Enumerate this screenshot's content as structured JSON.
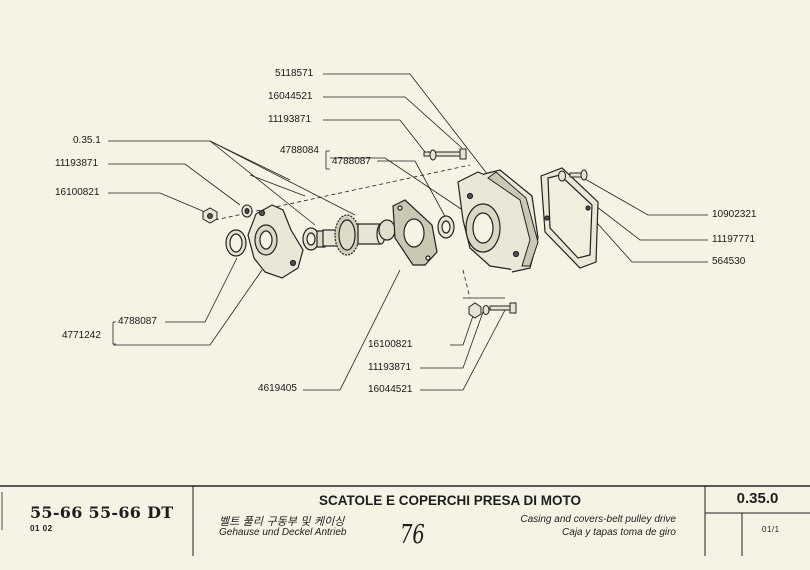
{
  "labels": {
    "p5118571": "5118571",
    "p16044521_top": "16044521",
    "p11193871_top": "11193871",
    "p4788084": "4788084",
    "p4788087_top": "4788087",
    "p0_35_1": "0.35.1",
    "p11193871_left": "11193871",
    "p16100821_left": "16100821",
    "p4788087_bottom": "4788087",
    "p4771242": "4771242",
    "p4619405": "4619405",
    "p16100821_bottom": "16100821",
    "p11193871_bottom": "11193871",
    "p16044521_bottom": "16044521",
    "p10902321": "10902321",
    "p11197771": "11197771",
    "p564530": "564530"
  },
  "title_block": {
    "model": "55-66  55-66 DT",
    "model_code": "01 02",
    "title_it": "SCATOLE E COPERCHI PRESA DI MOTO",
    "title_ko": "벨트 풀리 구동부 및 케이싱",
    "title_de": "Gehause und Deckel Antrieb",
    "title_en": "Casing and covers-belt pulley drive",
    "title_es": "Caja y tapas toma de giro",
    "page_number": "76",
    "section_code": "0.35.0",
    "sheet": "01/1"
  }
}
